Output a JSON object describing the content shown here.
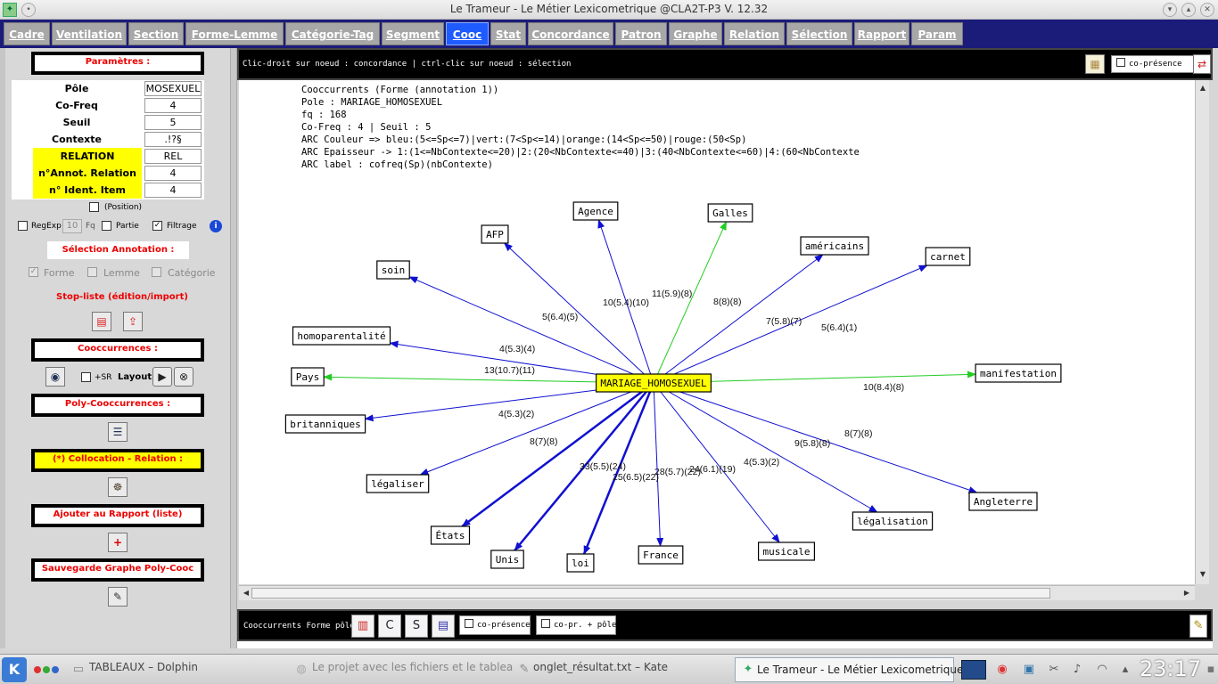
{
  "window": {
    "title": "Le Trameur - Le Métier Lexicometrique @CLA2T-P3 V. 12.32"
  },
  "tabs": [
    "Cadre",
    "Ventilation",
    "Section",
    "Forme-Lemme",
    "Catégorie-Tag",
    "Segment",
    "Cooc",
    "Stat",
    "Concordance",
    "Patron",
    "Graphe",
    "Relation",
    "Sélection",
    "Rapport",
    "Param"
  ],
  "active_tab": "Cooc",
  "left": {
    "params_title": "Paramètres :",
    "rows": [
      {
        "label": "Pôle",
        "value": "MOSEXUEL",
        "highlight": false
      },
      {
        "label": "Co-Freq",
        "value": "4",
        "highlight": false
      },
      {
        "label": "Seuil",
        "value": "5",
        "highlight": false
      },
      {
        "label": "Contexte",
        "value": ".!?§",
        "highlight": false
      },
      {
        "label": "RELATION",
        "value": "REL",
        "highlight": true
      },
      {
        "label": "n°Annot. Relation",
        "value": "4",
        "highlight": true
      },
      {
        "label": "n° Ident. Item",
        "value": "4",
        "highlight": true
      }
    ],
    "position_label": "(Position)",
    "regexp_label": "RegExp",
    "regexp_value": "10",
    "fq_label": "Fq",
    "partie_label": "Partie",
    "filtrage_label": "Filtrage",
    "selection_annotation_title": "Sélection Annotation :",
    "annot_forme": "Forme",
    "annot_lemme": "Lemme",
    "annot_categorie": "Catégorie",
    "stopliste_title": "Stop-liste (édition/import)",
    "cooccurrences_title": "Cooccurrences :",
    "sr_label": "+SR",
    "layout_label": "Layout",
    "poly_title": "Poly-Cooccurrences :",
    "collocation_title": "(*) Collocation - Relation :",
    "rapport_title": "Ajouter au Rapport (liste)",
    "sauvegarde_title": "Sauvegarde Graphe Poly-Cooc"
  },
  "main": {
    "hint": "Clic-droit sur noeud : concordance | ctrl-clic sur noeud : sélection",
    "copresence_label": "co-présence",
    "info_lines": [
      "Cooccurrents (Forme (annotation 1))",
      "Pole : MARIAGE_HOMOSEXUEL",
      "fq : 168",
      "Co-Freq : 4 | Seuil : 5",
      "ARC Couleur => bleu:(5<=Sp<=7)|vert:(7<Sp<=14)|orange:(14<Sp<=50)|rouge:(50<Sp)",
      "ARC Epaisseur -> 1:(1<=NbContexte<=20)|2:(20<NbContexte<=40)|3:(40<NbContexte<=60)|4:(60<NbContexte",
      "ARC label : cofreq(Sp)(nbContexte)"
    ]
  },
  "graph": {
    "center": {
      "label": "MARIAGE_HOMOSEXUEL"
    },
    "colors": {
      "blue": "#1010d0",
      "green": "#22cc22",
      "center_fill": "#ffff00"
    },
    "nodes": [
      {
        "label": "Agence",
        "edge_label": "11(5.9)(8)",
        "color": "blue",
        "width": 1
      },
      {
        "label": "Galles",
        "edge_label": "8(8)(8)",
        "color": "green",
        "width": 1
      },
      {
        "label": "AFP",
        "edge_label": "10(5.4)(10)",
        "color": "blue",
        "width": 1
      },
      {
        "label": "américains",
        "edge_label": "7(5.8)(7)",
        "color": "blue",
        "width": 1
      },
      {
        "label": "carnet",
        "edge_label": "5(6.4)(1)",
        "color": "blue",
        "width": 1
      },
      {
        "label": "soin",
        "edge_label": "5(6.4)(5)",
        "color": "blue",
        "width": 1
      },
      {
        "label": "homoparentalité",
        "edge_label": "4(5.3)(4)",
        "color": "blue",
        "width": 1
      },
      {
        "label": "Pays",
        "edge_label": "13(10.7)(11)",
        "color": "green",
        "width": 1
      },
      {
        "label": "manifestation",
        "edge_label": "10(8.4)(8)",
        "color": "green",
        "width": 1
      },
      {
        "label": "britanniques",
        "edge_label": "4(5.3)(2)",
        "color": "blue",
        "width": 1
      },
      {
        "label": "légaliser",
        "edge_label": "8(7)(8)",
        "color": "blue",
        "width": 1
      },
      {
        "label": "États",
        "edge_label": "33(5.5)(24)",
        "color": "blue",
        "width": 2.5
      },
      {
        "label": "Unis",
        "edge_label": "25(6.5)(22)",
        "color": "blue",
        "width": 2.5
      },
      {
        "label": "loi",
        "edge_label": "28(5.7)(22)",
        "color": "blue",
        "width": 2.5
      },
      {
        "label": "France",
        "edge_label": "24(6.1)(19)",
        "color": "blue",
        "width": 1
      },
      {
        "label": "musicale",
        "edge_label": "4(5.3)(2)",
        "color": "blue",
        "width": 1
      },
      {
        "label": "légalisation",
        "edge_label": "9(5.8)(8)",
        "color": "blue",
        "width": 1
      },
      {
        "label": "Angleterre",
        "edge_label": "8(7)(8)",
        "color": "blue",
        "width": 1
      }
    ]
  },
  "bottom": {
    "label": "Cooccurrents Forme pôle",
    "copresence_label": "co-présence",
    "copr_pole_label": "co-pr. + pôle"
  },
  "taskbar": {
    "items": [
      "TABLEAUX – Dolphin",
      "Le projet avec les fichiers et le tableau",
      "onglet_résultat.txt – Kate",
      "Le Trameur - Le Métier Lexicometrique"
    ],
    "clock": "23:17"
  }
}
